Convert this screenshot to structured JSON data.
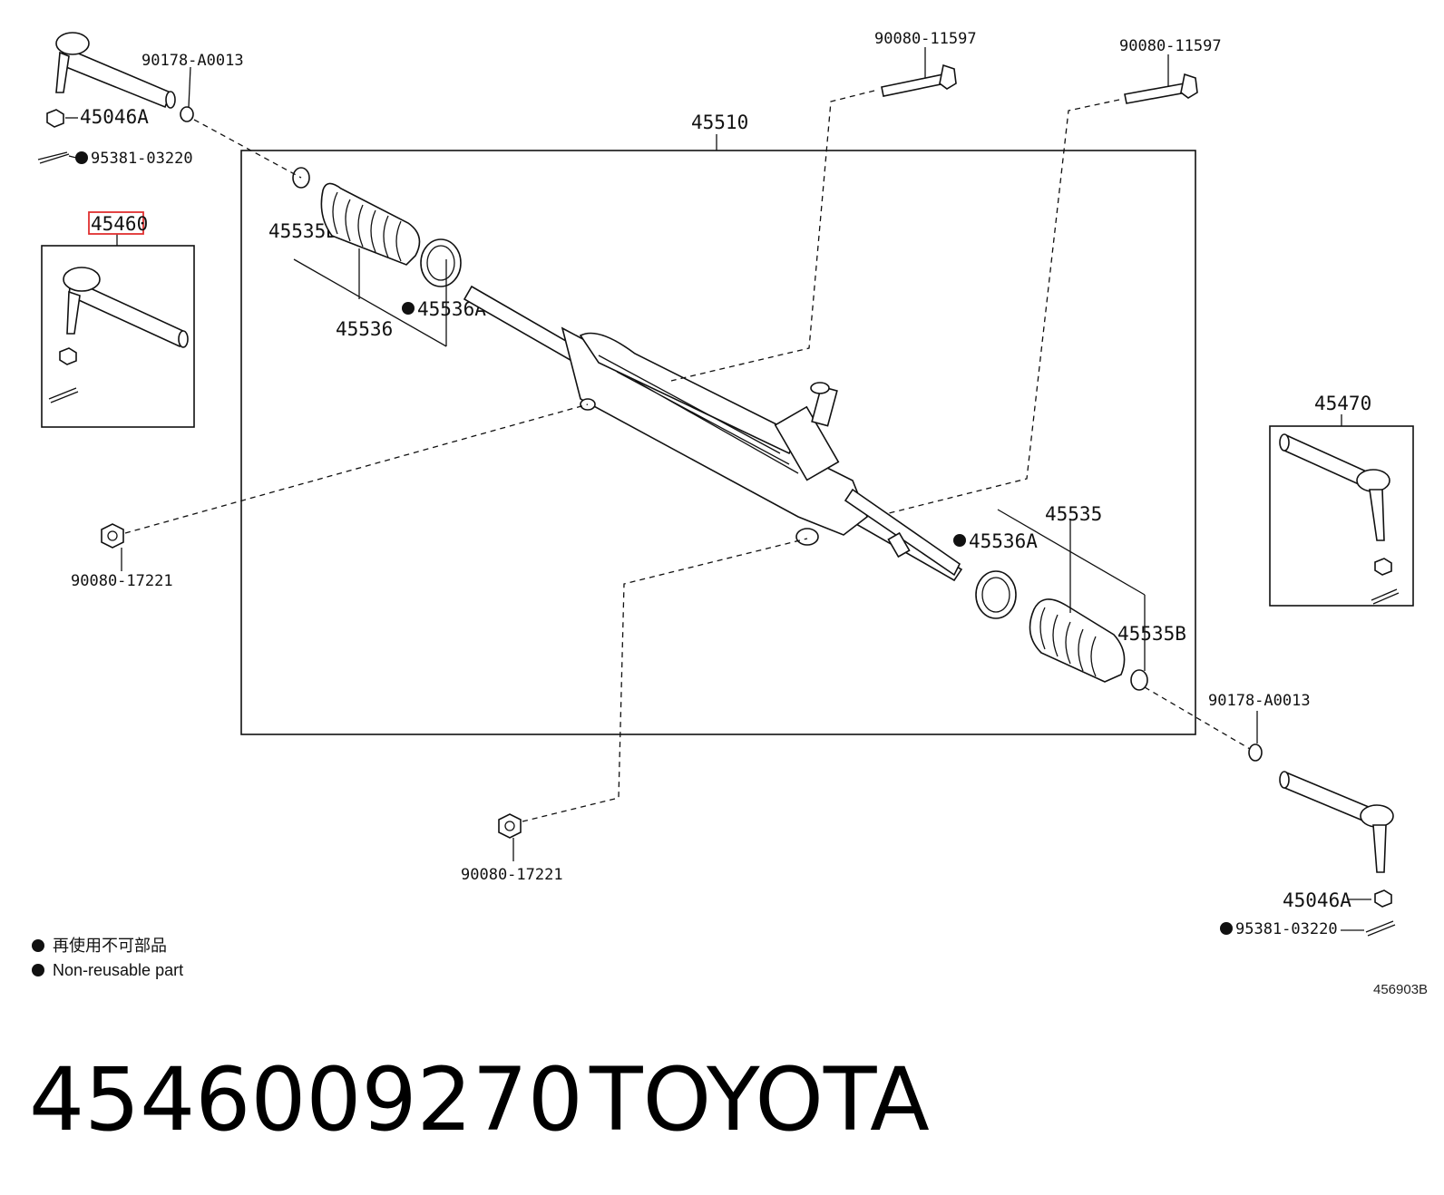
{
  "labels": {
    "assembly": "45510",
    "tie_rod_end_left": "45460",
    "tie_rod_end_right": "45470",
    "pin_top_left": "90178-A0013",
    "nut_top_left": "45046A",
    "cotter_top_left": "95381-03220",
    "boot_clip_left": "45535B",
    "boot_left": "45536",
    "clamp_left": "45536A",
    "bolt_1": "90080-11597",
    "bolt_2": "90080-11597",
    "nut_left": "90080-17221",
    "nut_bottom": "90080-17221",
    "boot_right": "45535",
    "clamp_right": "45536A",
    "boot_clip_right": "45535B",
    "pin_bottom_right": "90178-A0013",
    "nut_bottom_right": "45046A",
    "cotter_bottom_right": "95381-03220"
  },
  "legend": {
    "line_jp": "再使用不可部品",
    "line_en": "Non-reusable part"
  },
  "diagram_code": "456903B",
  "caption": {
    "part_number": "4546009270",
    "brand": "TOYOTA"
  },
  "colors": {
    "highlight": "#e03030",
    "ink": "#111111"
  }
}
